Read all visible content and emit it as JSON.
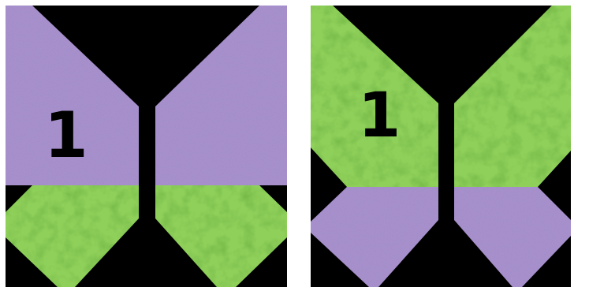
{
  "blocks": [
    {
      "name": "butterfly-block-purple-upper-wings",
      "number_label": "1",
      "colors": {
        "upper_wings": "#a992cf",
        "lower_wings": "#8fd05a",
        "background": "#000000"
      }
    },
    {
      "name": "butterfly-block-green-upper-wings",
      "number_label": "1",
      "colors": {
        "upper_wings": "#8fd05a",
        "lower_wings": "#a992cf",
        "background": "#000000"
      }
    }
  ]
}
